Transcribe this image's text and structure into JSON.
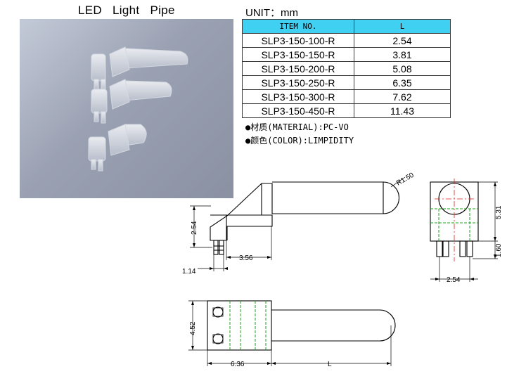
{
  "title": "LED   Light   Pipe",
  "unit": "UNIT：mm",
  "table": {
    "headers": [
      "ITEM NO.",
      "L"
    ],
    "rows": [
      {
        "item": "SLP3-150-100-R",
        "l": "2.54"
      },
      {
        "item": "SLP3-150-150-R",
        "l": "3.81"
      },
      {
        "item": "SLP3-150-200-R",
        "l": "5.08"
      },
      {
        "item": "SLP3-150-250-R",
        "l": "6.35"
      },
      {
        "item": "SLP3-150-300-R",
        "l": "7.62"
      },
      {
        "item": "SLP3-150-450-R",
        "l": "11.43"
      }
    ]
  },
  "notes": {
    "material": "●材质(MATERIAL):PC-VO",
    "color": "●颜色(COLOR):LIMPIDITY"
  },
  "dims": {
    "radius": "R1.50",
    "d254": "2.54",
    "d356": "3.56",
    "d114": "1.14",
    "d531": "5.31",
    "d160": "1.60",
    "d254b": "2.54",
    "d452": "4.52",
    "d636": "6.36",
    "dl": "L"
  },
  "colors": {
    "header": "#3fd0f2",
    "center_line": "#e0201c",
    "hidden_line": "#1ea01e"
  }
}
